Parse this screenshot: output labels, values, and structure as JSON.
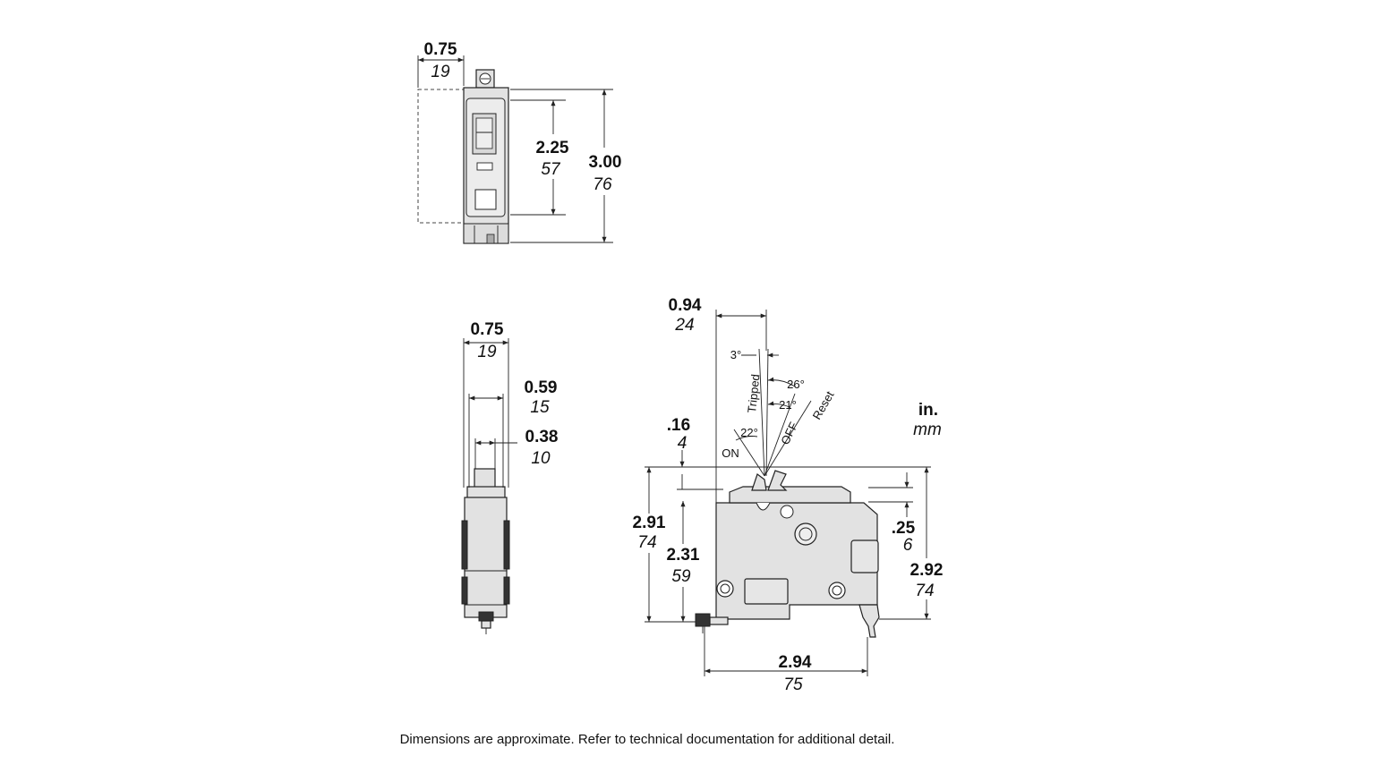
{
  "front_view": {
    "width": {
      "in": "0.75",
      "mm": "19"
    },
    "inner_height": {
      "in": "2.25",
      "mm": "57"
    },
    "height": {
      "in": "3.00",
      "mm": "76"
    }
  },
  "end_view": {
    "width": {
      "in": "0.75",
      "mm": "19"
    },
    "mid": {
      "in": "0.59",
      "mm": "15"
    },
    "handle": {
      "in": "0.38",
      "mm": "10"
    }
  },
  "side_view": {
    "handle_offset": {
      "in": "0.94",
      "mm": "24"
    },
    "handle_rise": {
      "in": ".16",
      "mm": "4"
    },
    "total_height": {
      "in": "2.91",
      "mm": "74"
    },
    "body_height": {
      "in": "2.31",
      "mm": "59"
    },
    "top_step": {
      "in": ".25",
      "mm": "6"
    },
    "right_height": {
      "in": "2.92",
      "mm": "74"
    },
    "length": {
      "in": "2.94",
      "mm": "75"
    },
    "angles": {
      "a3": "3°",
      "a26": "26°",
      "a21": "21°",
      "a22": "22°"
    },
    "positions": {
      "on": "ON",
      "off": "OFF",
      "tripped": "Tripped",
      "reset": "Reset"
    }
  },
  "units": {
    "in": "in.",
    "mm": "mm"
  },
  "footnote": "Dimensions are approximate. Refer to technical documentation for additional detail."
}
